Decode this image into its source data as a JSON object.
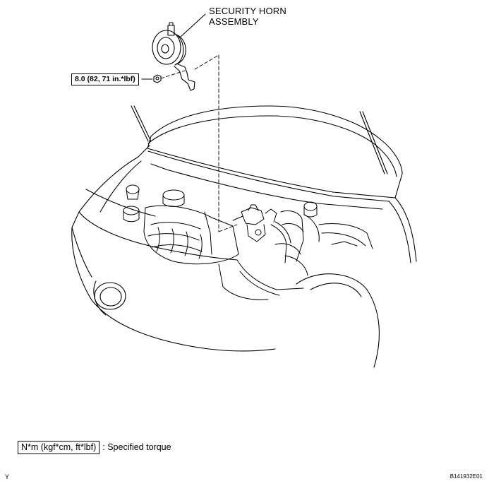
{
  "diagram": {
    "part_label": {
      "line1": "SECURITY HORN",
      "line2": "ASSEMBLY"
    },
    "torque_callout": "8.0 (82, 71 in.*lbf)"
  },
  "legend": {
    "box_text": "N*m (kgf*cm, ft*lbf)",
    "description": ": Specified torque"
  },
  "footer": {
    "left_code": "Y",
    "figure_id": "B141932E01"
  }
}
